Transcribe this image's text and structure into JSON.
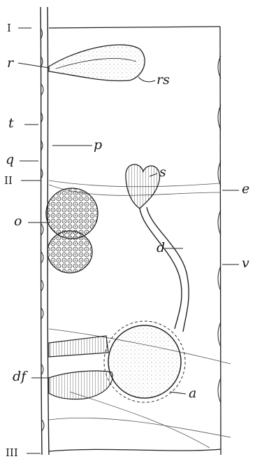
{
  "figure": {
    "labels": {
      "I": "I",
      "r": "r",
      "rs": "rs",
      "t": "t",
      "p": "p",
      "q": "q",
      "II": "II",
      "s": "s",
      "e": "e",
      "o": "o",
      "d": "d",
      "v": "v",
      "df": "df",
      "a": "a",
      "III": "III"
    },
    "colors": {
      "ink": "#1a1a1a",
      "paper": "#ffffff"
    }
  }
}
